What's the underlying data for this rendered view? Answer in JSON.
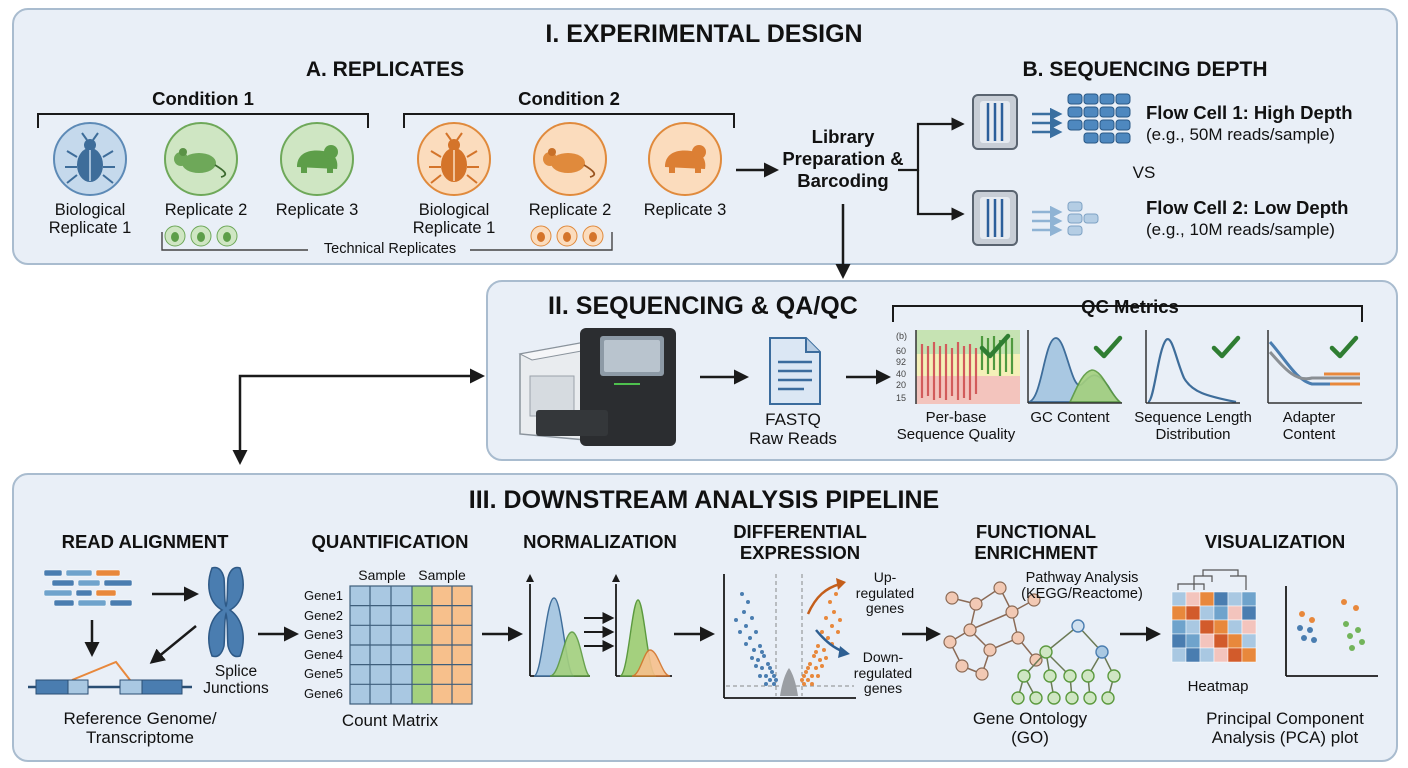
{
  "section1": {
    "title": "I. EXPERIMENTAL DESIGN",
    "replicates": {
      "title": "A. REPLICATES",
      "condition1": "Condition 1",
      "condition2": "Condition 2",
      "c1_labels": [
        "Biological\nReplicate 1",
        "Replicate 2",
        "Replicate 3"
      ],
      "c2_labels": [
        "Biological\nReplicate 1",
        "Replicate 2",
        "Replicate 3"
      ],
      "technical": "Technical Replicates"
    },
    "library": "Library\nPreparation &\nBarcoding",
    "depth": {
      "title": "B. SEQUENCING DEPTH",
      "flow1_title": "Flow Cell 1: High Depth",
      "flow1_sub": "(e.g., 50M reads/sample)",
      "vs": "VS",
      "flow2_title": "Flow Cell 2: Low Depth",
      "flow2_sub": "(e.g., 10M reads/sample)"
    }
  },
  "section2": {
    "title": "II. SEQUENCING & QA/QC",
    "fastq": "FASTQ\nRaw Reads",
    "qc_title": "QC Metrics",
    "metrics": [
      "Per-base\nSequence Quality",
      "GC Content",
      "Sequence Length\nDistribution",
      "Adapter\nContent"
    ],
    "quality_ticks": [
      "(b)",
      "60",
      "92",
      "40",
      "20",
      "15"
    ]
  },
  "section3": {
    "title": "III. DOWNSTREAM ANALYSIS PIPELINE",
    "steps": {
      "alignment": "READ ALIGNMENT",
      "quantification": "QUANTIFICATION",
      "normalization": "NORMALIZATION",
      "differential": "DIFFERENTIAL\nEXPRESSION",
      "functional": "FUNCTIONAL\nENRICHMENT",
      "visualization": "VISUALIZATION"
    },
    "splice": "Splice\nJunctions",
    "reference": "Reference Genome/\nTranscriptome",
    "sample_headers": [
      "Sample",
      "Sample"
    ],
    "genes": [
      "Gene1",
      "Gene2",
      "Gene3",
      "Gene4",
      "Gene5",
      "Gene6"
    ],
    "count_matrix": "Count Matrix",
    "up": "Up-\nregulated\ngenes",
    "down": "Down-\nregulated\ngenes",
    "pathway": "Pathway Analysis\n(KEGG/Reactome)",
    "go": "Gene Ontology\n(GO)",
    "heatmap": "Heatmap",
    "pca": "Principal Component\nAnalysis (PCA) plot"
  },
  "colors": {
    "panel_bg": "#e9eff7",
    "panel_border": "#a9bccf",
    "blue": "#4f86b8",
    "green": "#72b45a",
    "orange": "#e8883c",
    "check": "#3d8a3d"
  }
}
